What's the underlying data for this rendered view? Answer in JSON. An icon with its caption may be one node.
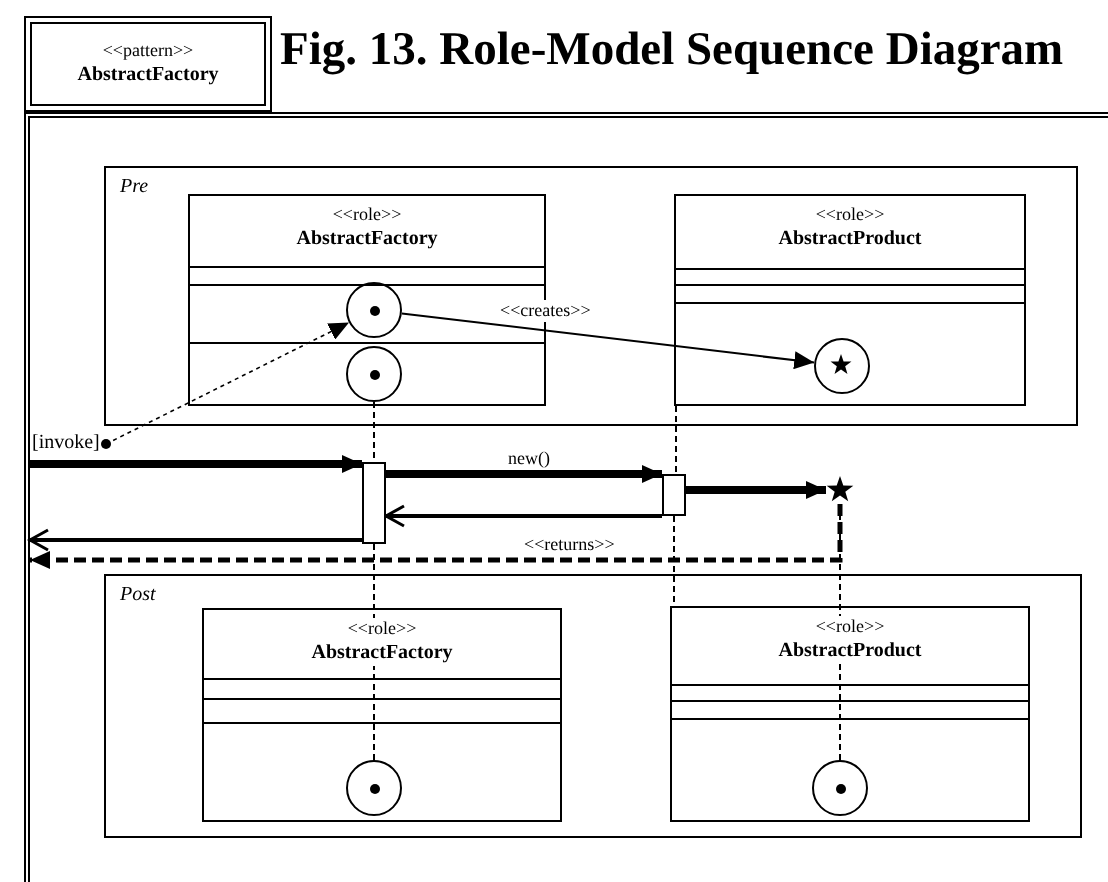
{
  "diagram": {
    "title": "Fig. 13. Role-Model Sequence Diagram",
    "nodes": [
      {
        "text": [
          "<<pattern>>",
          "AbstractFactory"
        ]
      },
      {
        "text": [],
        "shape": "box"
      },
      {
        "text": [
          "Pre"
        ],
        "in": 1
      },
      {
        "text": [
          "<<role>>",
          "AbstractFactory"
        ],
        "in": 2
      },
      {
        "text": [],
        "shape": "circle",
        "in": 3
      },
      {
        "text": [],
        "shape": "circle",
        "in": 3
      },
      {
        "text": [
          "<<role>>",
          "AbstractProduct"
        ],
        "in": 2
      },
      {
        "text": [],
        "shape": "circle",
        "in": 6
      },
      {
        "text": [
          "[invoke]"
        ],
        "in": 1
      },
      {
        "text": [],
        "shape": "bar",
        "in": 1
      },
      {
        "text": [],
        "shape": "bar",
        "in": 1
      },
      {
        "text": [],
        "shape": "star",
        "in": 1
      },
      {
        "text": [
          "Post"
        ],
        "in": 1
      },
      {
        "text": [
          "<<role>>",
          "AbstractFactory"
        ],
        "in": 12
      },
      {
        "text": [],
        "shape": "circle",
        "in": 13
      },
      {
        "text": [
          "<<role>>",
          "AbstractProduct"
        ],
        "in": 12
      },
      {
        "text": [],
        "shape": "circle",
        "in": 15
      }
    ],
    "edges": [
      {
        "from": 8,
        "to": 4,
        "arrow": "to",
        "style": "dashed"
      },
      {
        "from": 4,
        "to": 7,
        "arrow": "to",
        "label": "<<creates>>"
      },
      {
        "from": 1,
        "to": 9,
        "arrow": "to",
        "style": "thick"
      },
      {
        "from": 9,
        "to": 10,
        "arrow": "to",
        "style": "thick",
        "label": "new()"
      },
      {
        "from": 10,
        "to": 11,
        "arrow": "to",
        "style": "thick"
      },
      {
        "from": 10,
        "to": 9,
        "arrow": "to"
      },
      {
        "from": 9,
        "to": 1,
        "arrow": "to"
      },
      {
        "from": 11,
        "to": 1,
        "arrow": "to",
        "style": "dashed",
        "label": "<<returns>>"
      },
      {
        "from": 5,
        "to": 9,
        "arrow": "none",
        "style": "dashed"
      },
      {
        "from": 9,
        "to": 14,
        "arrow": "none",
        "style": "dashed"
      },
      {
        "from": 6,
        "to": 10,
        "arrow": "none",
        "style": "dashed"
      },
      {
        "from": 10,
        "to": 15,
        "arrow": "none",
        "style": "dashed"
      },
      {
        "from": 11,
        "to": 16,
        "arrow": "none",
        "style": "dashed"
      }
    ]
  }
}
